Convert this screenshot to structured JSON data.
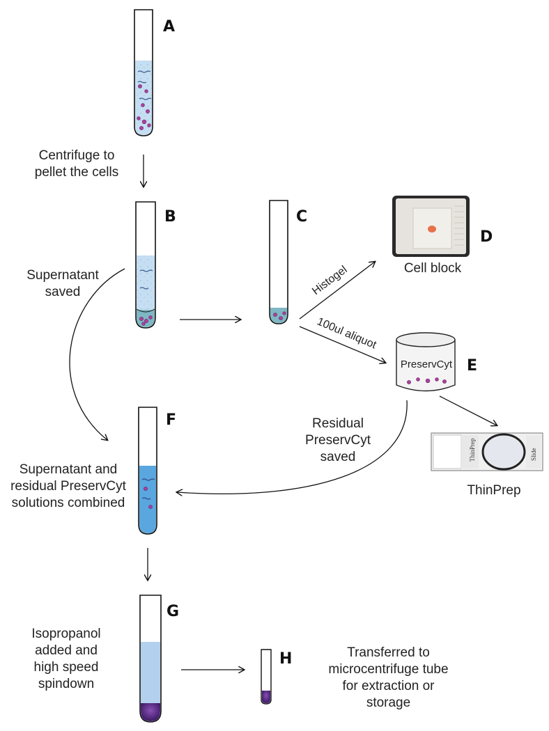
{
  "tubes": {
    "A": {
      "label": "A"
    },
    "B": {
      "label": "B"
    },
    "C": {
      "label": "C"
    },
    "F": {
      "label": "F"
    },
    "G": {
      "label": "G"
    },
    "H": {
      "label": "H"
    }
  },
  "cell_block": {
    "label": "D",
    "caption": "Cell block"
  },
  "preservcyt": {
    "label": "E",
    "text": "PreservCyt"
  },
  "thinprep": {
    "caption": "ThinPrep",
    "slide_brand": "ThinPrep",
    "slide_text": "Slide"
  },
  "steps": {
    "centrifuge": [
      "Centrifuge to",
      "pellet the cells"
    ],
    "supernatant_saved": [
      "Supernatant",
      "saved"
    ],
    "histogel": "Histogel",
    "aliquot": "100ul aliquot",
    "residual": [
      "Residual",
      "PreservCyt",
      "saved"
    ],
    "combined": [
      "Supernatant  and",
      "residual PreservCyt",
      "solutions combined"
    ],
    "isopropanol": [
      "Isopropanol",
      "added  and",
      "high speed",
      "spindown"
    ],
    "transferred": [
      "Transferred to",
      "microcentrifuge tube",
      "for  extraction or",
      "storage"
    ]
  },
  "colors": {
    "light_blue": "#bcd7f0",
    "medium_blue": "#5aa6df",
    "pale_blue": "#b3d1ee",
    "purple": "#5a2a82",
    "pink_cell": "#b040a0",
    "teal": "#7fb7c4",
    "stroke": "#111111"
  }
}
